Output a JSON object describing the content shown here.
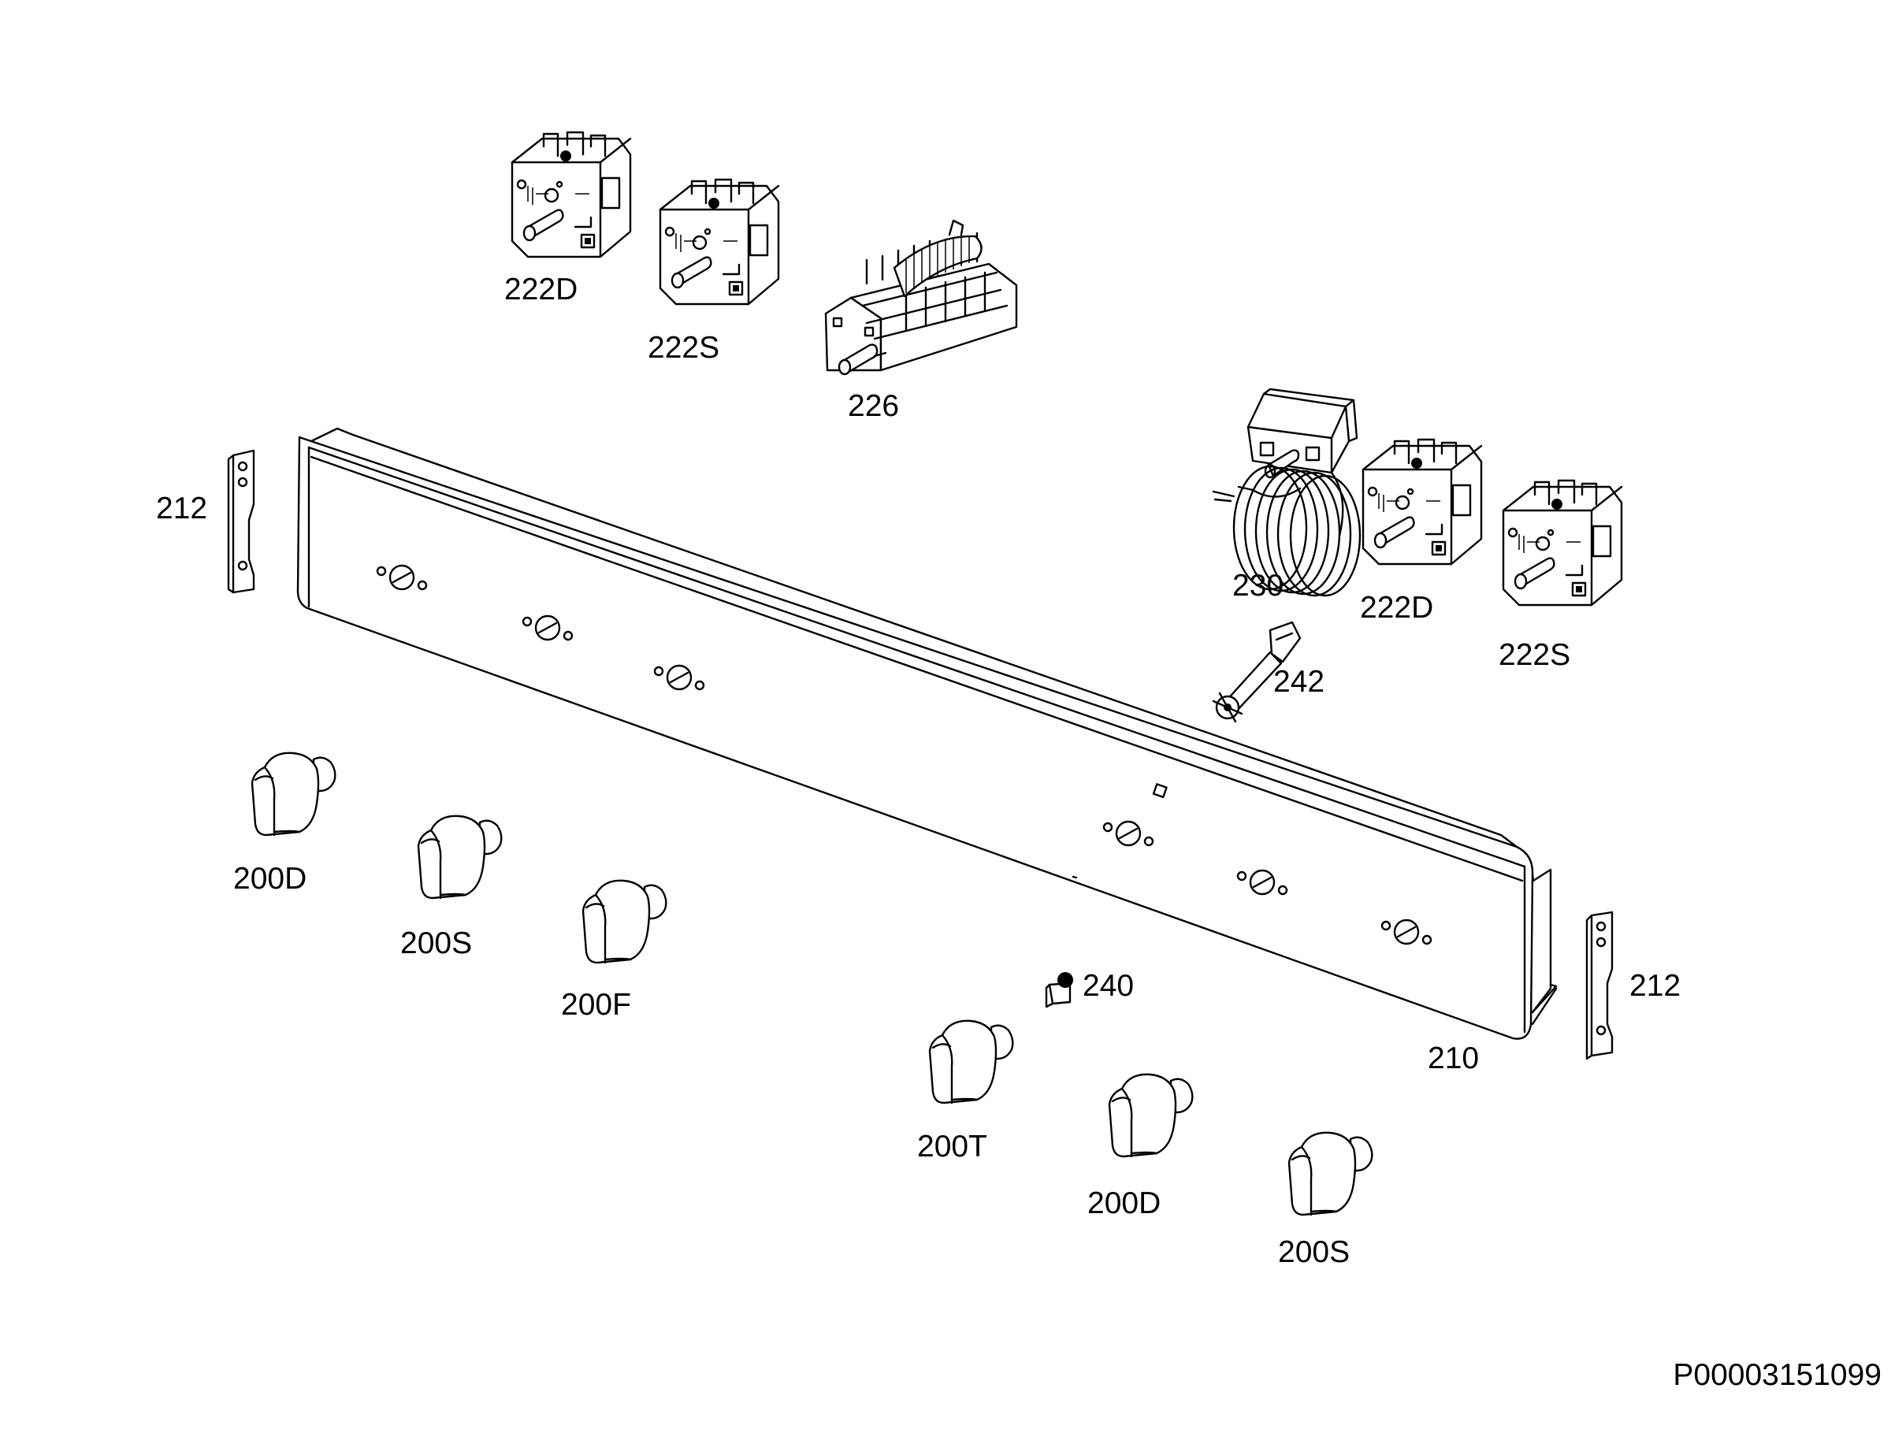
{
  "diagram": {
    "document_id": "P00003151099",
    "labels": {
      "switch_222d_top": "222D",
      "switch_222s_top": "222S",
      "selector_226": "226",
      "bracket_212_left": "212",
      "bracket_212_right": "212",
      "thermostat_230": "230",
      "switch_222d_right": "222D",
      "switch_222s_right": "222S",
      "part_242": "242",
      "knob_200d_1": "200D",
      "knob_200s_1": "200S",
      "knob_200f": "200F",
      "lamp_240": "240",
      "panel_210": "210",
      "knob_200t": "200T",
      "knob_200d_2": "200D",
      "knob_200s_2": "200S"
    }
  }
}
